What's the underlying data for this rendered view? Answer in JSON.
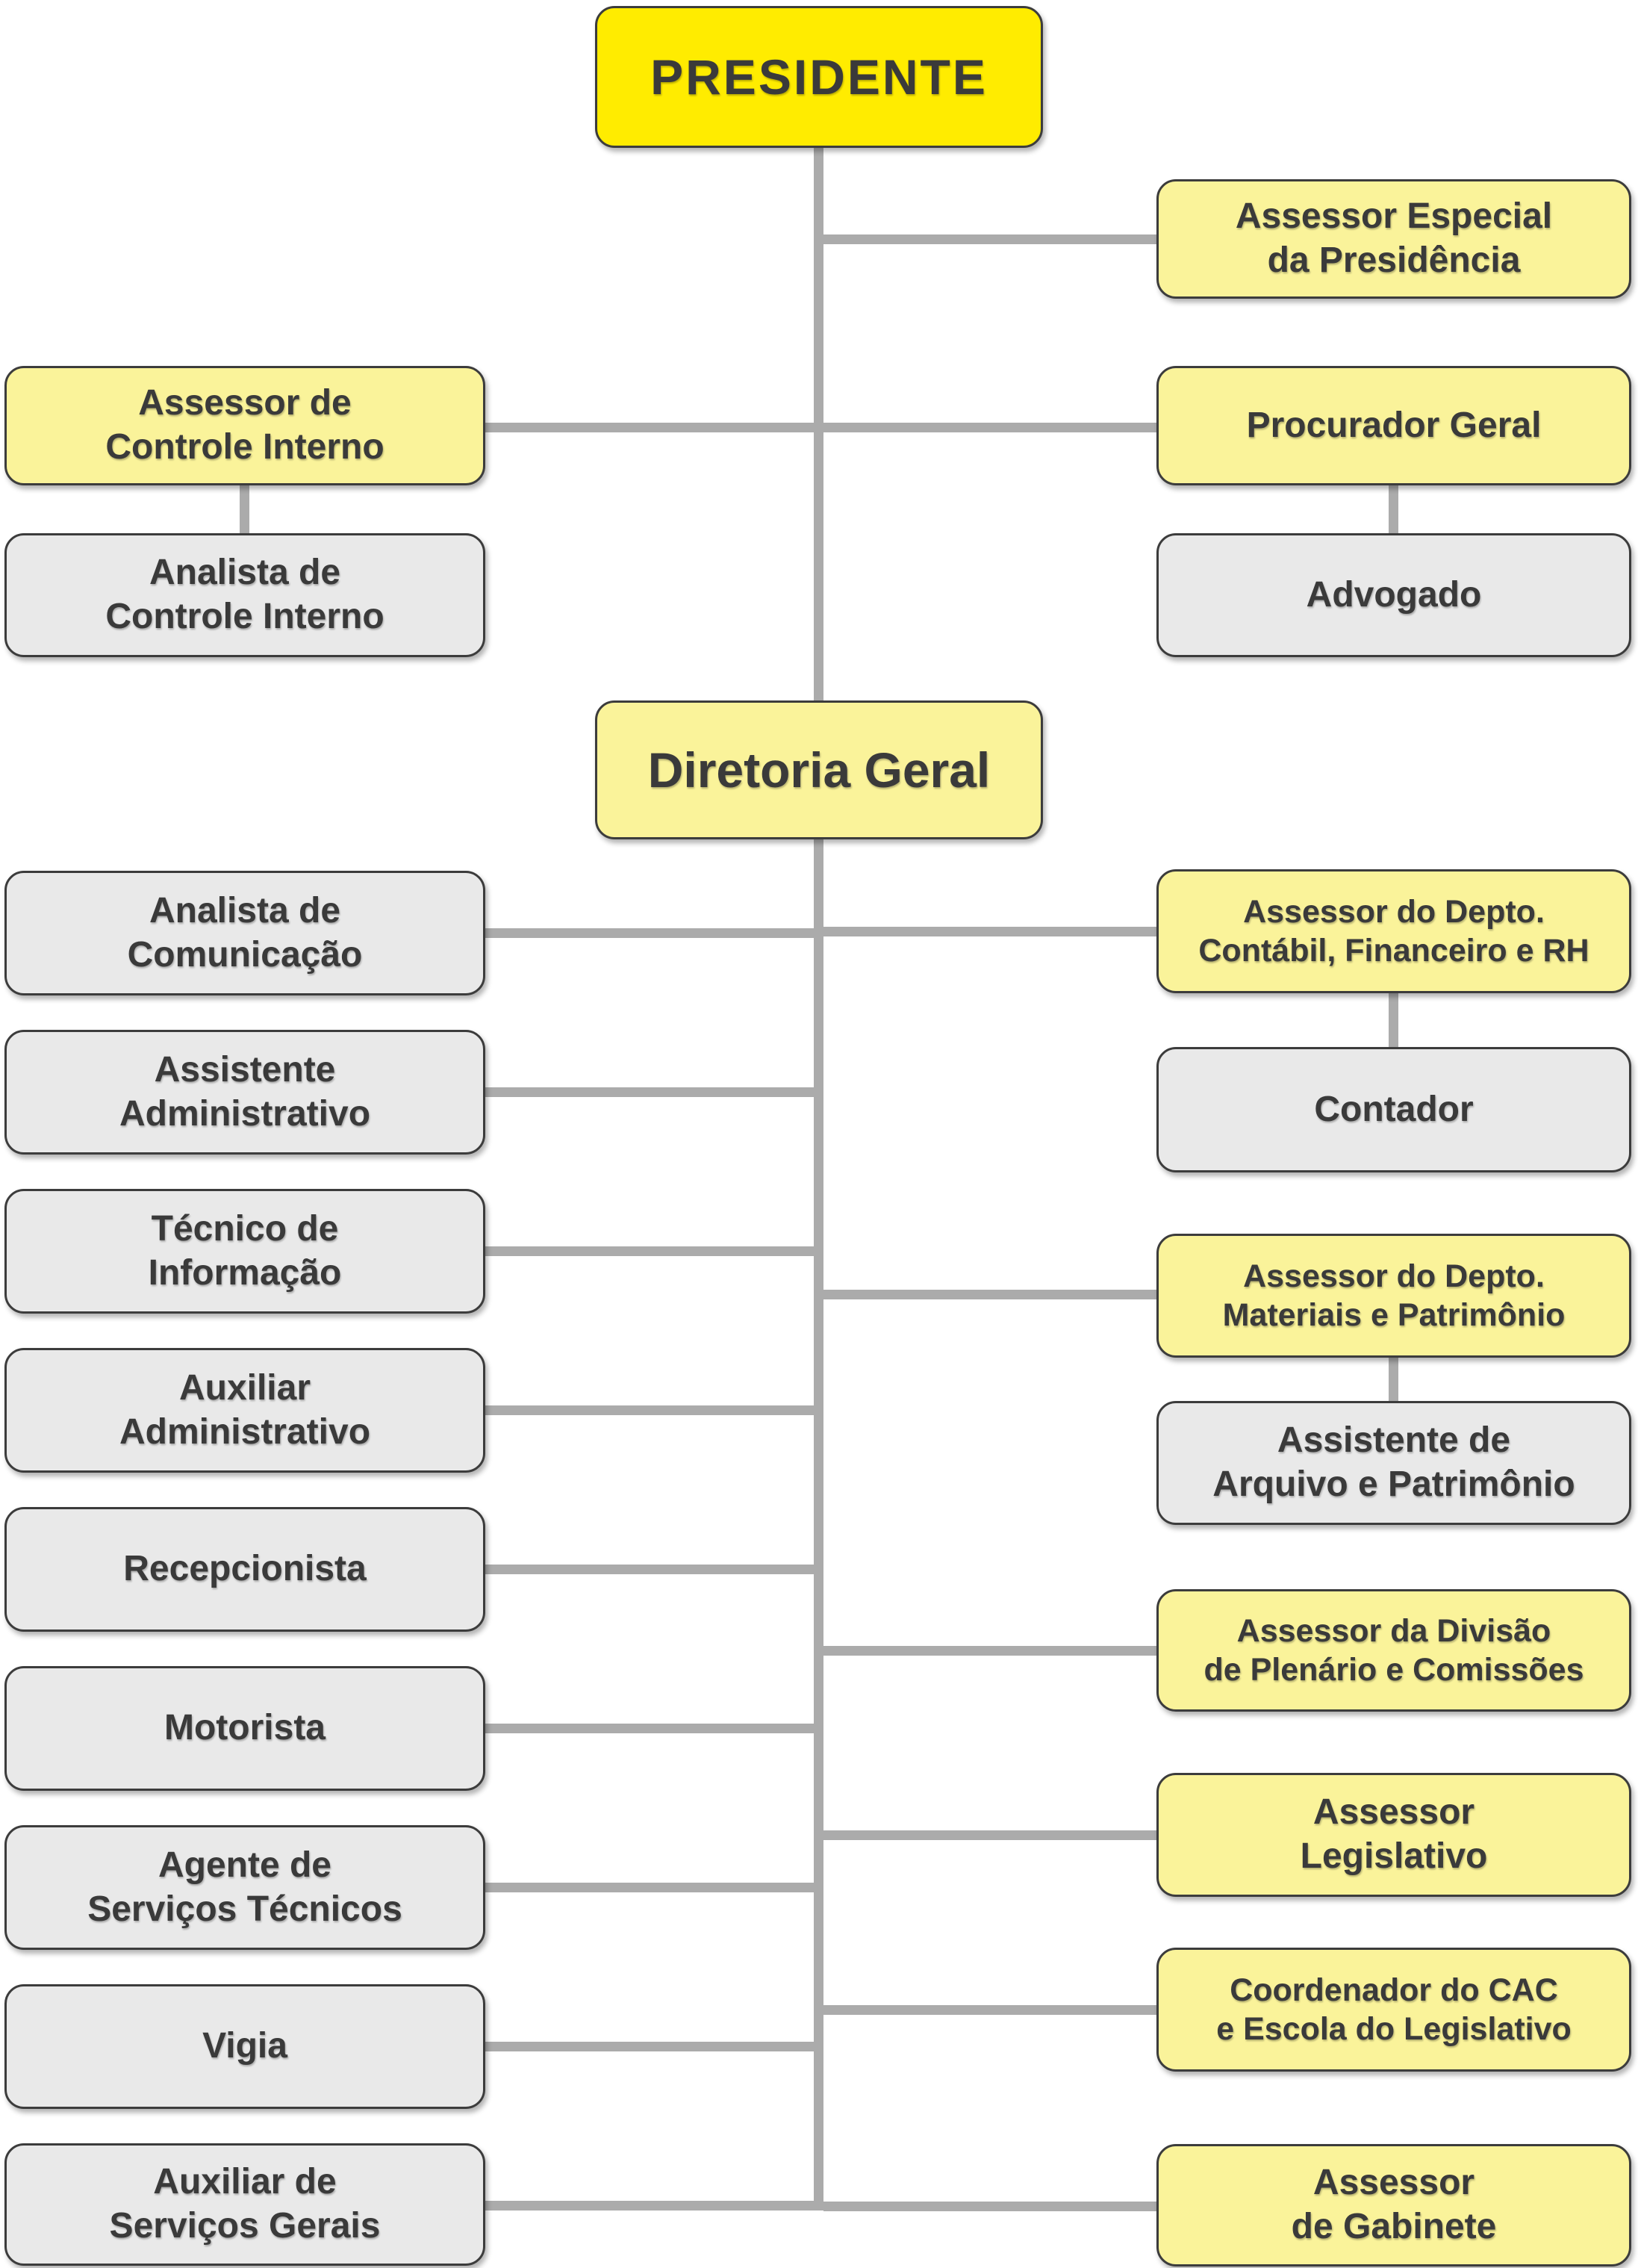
{
  "palette": {
    "root_fill": "#ffec00",
    "advisor_fill": "#faf39a",
    "staff_fill": "#e9e9e9",
    "border": "#3c3c3c",
    "connector": "#ababab",
    "text": "#3a3a3a",
    "background": "#ffffff"
  },
  "nodes": {
    "president": "PRESIDENTE",
    "assessor_especial": "Assessor Especial\nda Presidência",
    "assessor_controle": "Assessor de\nControle Interno",
    "procurador": "Procurador Geral",
    "analista_controle": "Analista de\nControle Interno",
    "advogado": "Advogado",
    "diretoria": "Diretoria Geral",
    "analista_comunicacao": "Analista de\nComunicação",
    "assistente_admin": "Assistente\nAdministrativo",
    "tecnico_info": "Técnico de\nInformação",
    "auxiliar_admin": "Auxiliar\nAdministrativo",
    "recepcionista": "Recepcionista",
    "motorista": "Motorista",
    "agente_servicos": "Agente de\nServiços Técnicos",
    "vigia": "Vigia",
    "auxiliar_gerais": "Auxiliar de\nServiços Gerais",
    "contabil": "Assessor do Depto.\nContábil, Financeiro e RH",
    "contador": "Contador",
    "materiais": "Assessor do Depto.\nMateriais e Patrimônio",
    "arquivo": "Assistente de\nArquivo e Patrimônio",
    "divisao": "Assessor da Divisão\nde Plenário e Comissões",
    "legislativo": "Assessor\nLegislativo",
    "coordenador": "Coordenador do CAC\ne Escola do Legislativo",
    "gabinete": "Assessor\nde Gabinete"
  },
  "edges": [
    {
      "from": "president",
      "to": "assessor_especial"
    },
    {
      "from": "president",
      "to": "assessor_controle"
    },
    {
      "from": "president",
      "to": "procurador"
    },
    {
      "from": "president",
      "to": "diretoria"
    },
    {
      "from": "assessor_controle",
      "to": "analista_controle"
    },
    {
      "from": "procurador",
      "to": "advogado"
    },
    {
      "from": "diretoria",
      "to": "analista_comunicacao"
    },
    {
      "from": "diretoria",
      "to": "assistente_admin"
    },
    {
      "from": "diretoria",
      "to": "tecnico_info"
    },
    {
      "from": "diretoria",
      "to": "auxiliar_admin"
    },
    {
      "from": "diretoria",
      "to": "recepcionista"
    },
    {
      "from": "diretoria",
      "to": "motorista"
    },
    {
      "from": "diretoria",
      "to": "agente_servicos"
    },
    {
      "from": "diretoria",
      "to": "vigia"
    },
    {
      "from": "diretoria",
      "to": "auxiliar_gerais"
    },
    {
      "from": "diretoria",
      "to": "contabil"
    },
    {
      "from": "contabil",
      "to": "contador"
    },
    {
      "from": "diretoria",
      "to": "materiais"
    },
    {
      "from": "materiais",
      "to": "arquivo"
    },
    {
      "from": "diretoria",
      "to": "divisao"
    },
    {
      "from": "diretoria",
      "to": "legislativo"
    },
    {
      "from": "diretoria",
      "to": "coordenador"
    },
    {
      "from": "diretoria",
      "to": "gabinete"
    }
  ]
}
